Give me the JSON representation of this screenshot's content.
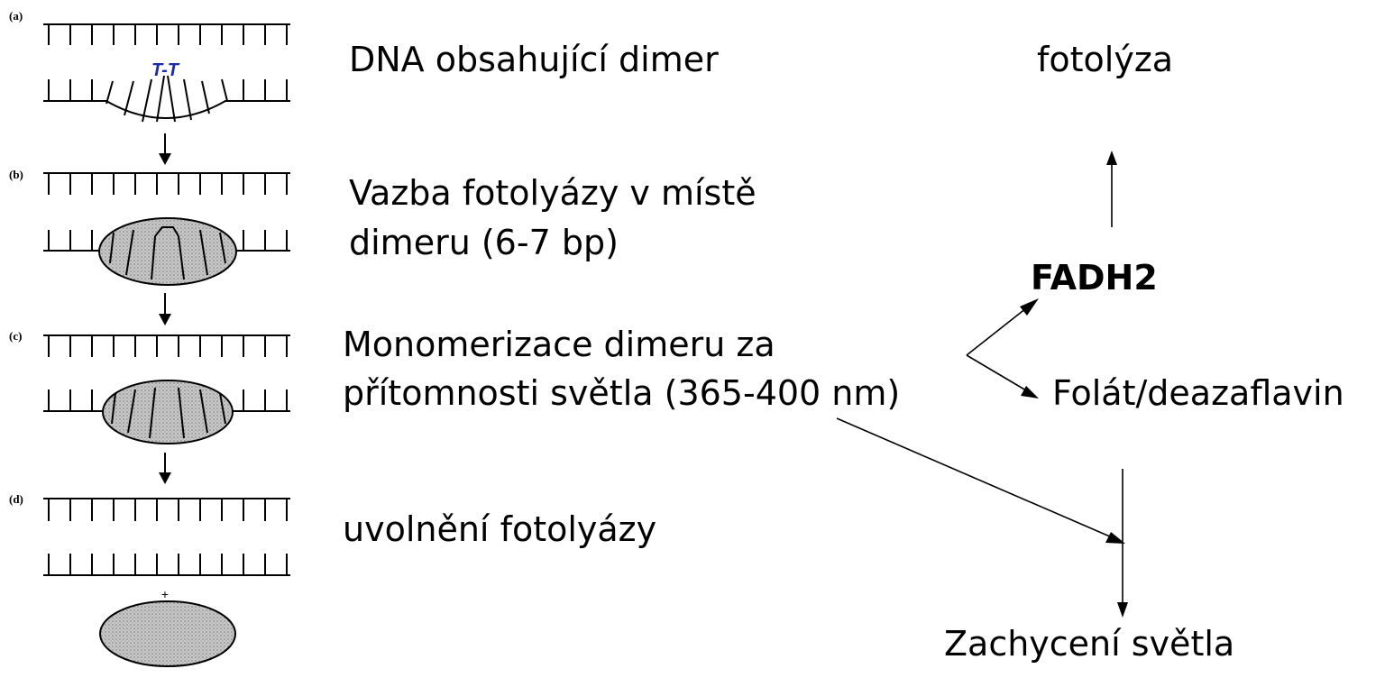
{
  "panels": [
    {
      "label": "(a)",
      "dimer_label": "T-T"
    },
    {
      "label": "(b)"
    },
    {
      "label": "(c)"
    },
    {
      "label": "(d)",
      "plus": "+"
    }
  ],
  "steps": {
    "a": "DNA obsahující dimer",
    "b1": "Vazba fotolyázy v místě",
    "b2": "dimeru (6-7 bp)",
    "c1": "Monomerizace dimeru za",
    "c2": "přítomnosti světla (365-400 nm)",
    "d": "uvolnění fotolyázy"
  },
  "right": {
    "fotolyza": "fotolýza",
    "fadh2": "FADH2",
    "folat": "Folát/deazaflavin",
    "zachyceni": "Zachycení světla"
  },
  "colors": {
    "ink": "#000000",
    "dimer_text": "#1a2aa8",
    "enzyme_fill": "#bdbdbd"
  }
}
